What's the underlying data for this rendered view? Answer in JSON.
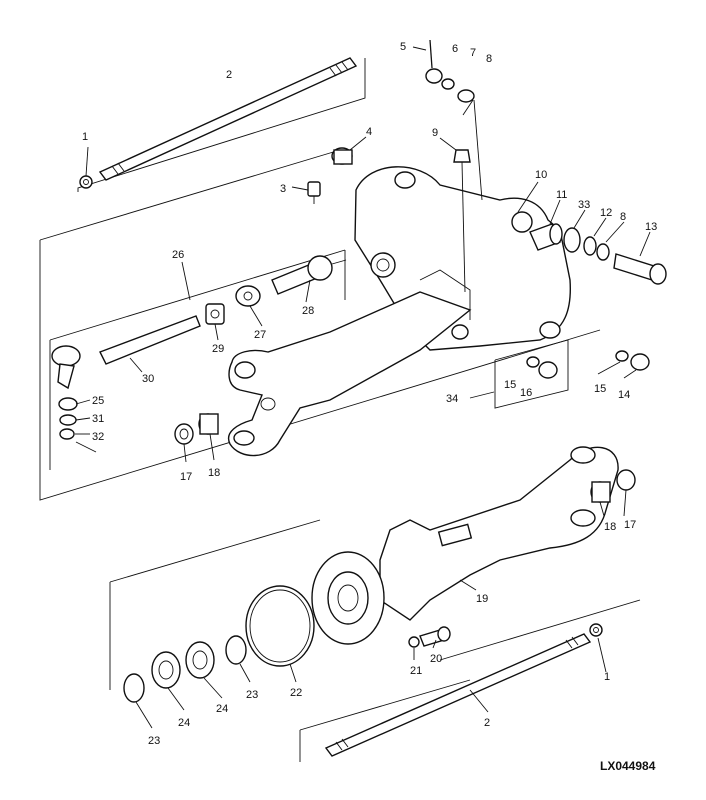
{
  "diagram": {
    "figure_code": "LX044984",
    "callouts": [
      "1",
      "2",
      "3",
      "4",
      "5",
      "6",
      "7",
      "8",
      "9",
      "10",
      "11",
      "33",
      "12",
      "8",
      "13",
      "26",
      "27",
      "28",
      "29",
      "30",
      "25",
      "31",
      "32",
      "34",
      "15",
      "16",
      "15",
      "14",
      "17",
      "18",
      "18",
      "17",
      "19",
      "20",
      "21",
      "22",
      "23",
      "24",
      "24",
      "23",
      "2",
      "1"
    ]
  }
}
